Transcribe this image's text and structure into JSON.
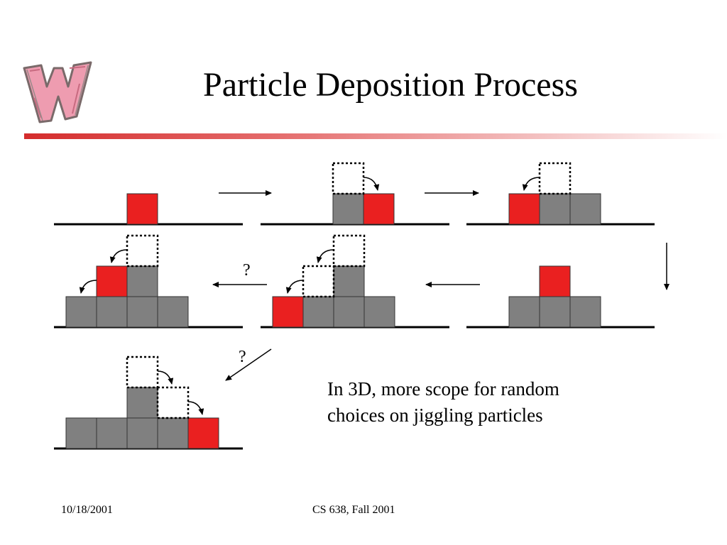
{
  "slide": {
    "title": "Particle Deposition Process",
    "caption_lines": [
      "In 3D, more scope for random",
      "choices on jiggling particles"
    ],
    "footer_date": "10/18/2001",
    "footer_course": "CS 638, Fall 2001",
    "question_mark": "?"
  },
  "logo": {
    "icon": "wisconsin-w-logo"
  },
  "colors": {
    "particle_new": "#ea2020",
    "particle_settled": "#808080",
    "ground_line": "#000000",
    "title_rule_start": "#d42c2c"
  }
}
